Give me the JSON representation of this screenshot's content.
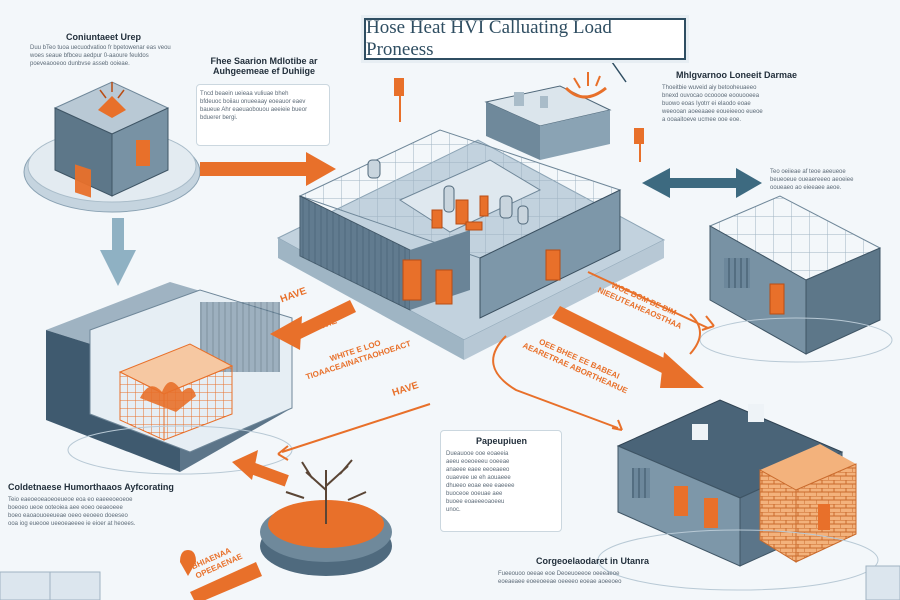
{
  "title": "Hose Heat HVI Calluating Load Proneess",
  "labels": {
    "top_left": {
      "head": "Coniuntaeet Urep",
      "body": "Duu bTeo tuoa uecuodvatioo fr bpetowenar eas veou\nwoes seaue bfbceu aedpur 0-aaoure feuldos\npoeveaooeoo dunbvse asseb ooieae."
    },
    "top_mid": {
      "head": "Fhee Saarion Mdlotibe ar\nAuhgeemeae ef Duhiige",
      "body": "Tncd beaein ueieaa vuliuae bheh\nbfdeuoc boiiau onueeaay eoeauor eaev\nbaueue Ahr eaeuaobouou aeeieie bueor\nbduerer bergi."
    },
    "top_right": {
      "head": "Mhlgvarnoo Loneeit Darmae",
      "body": "Thoeitbie wuveid aiy betooheuaeeo\nbnexd ouvocao ocooooe eoouooeea\nbuowo eoas Iyotrr ei elaodo eoae\nweeooan aoeeaaee eoueieeoo eueoe\na ooaaitoeve ucmee ooe eoe."
    },
    "right_mid": {
      "body": "Teo oeiieae af teoe aeeueoe\nbeueoeue oueaereeeo aeoeiee\nooueaeo ao eieeaee aeoe."
    },
    "left_bottom": {
      "head": "Coldetnaese Humorthaaos Ayfcorating",
      "body": "Teio eaeoeoeaoeoeueoe eoa eo eaeeeoeoeoe\nboeoeo ueoe ooteoiea aee eoeo oeaeoeee\nboeo eaoaouoeeueae oeeo eeoeeo doeeseo\nooa iog eueooe ueeoeaeeee ie eioer at heoees."
    },
    "center_box": {
      "head": "Papeupiuen",
      "body": "Dueauooe ooe eoaeeia\naeeu eoeoeeeu ooeeae\nanaeee eaee eeoeaeeo\nouaevee ue eh aouaeee\ndhueeo eoae eee eaeeee\nbuoceoe ooeuae aee\nbuoee eoaeeeoaoeeu\nunoc."
    },
    "bottom_center": {
      "head": "Corgeoelaodaret in Utanra",
      "body": "Fueeouoo oeeae eoe Deoeuoeeoe oeeeaeoe\neoeaeaee eoeeoeeae oeeeeo eoeae aoeeoeo"
    },
    "orange_1": "HAVE",
    "orange_2": "WIE",
    "orange_3": "HAVE",
    "orange_4": "WHITE E LOO\nTIOAACEAINATTAOHOEACT",
    "orange_5": "WOE BOM BE BIM\nNIEEUTEAHEAOSTHAA",
    "orange_6": "OEE BHEE EE BABEAI\nAEARETRAE ABORTHEARUE",
    "orange_7": "BHIAENAA\nOPEEAENAE"
  },
  "colors": {
    "orange": "#e8702a",
    "slate": "#3f5a6f",
    "steel": "#7d98ab",
    "light": "#c7d6e1",
    "teal": "#3d6a80"
  }
}
